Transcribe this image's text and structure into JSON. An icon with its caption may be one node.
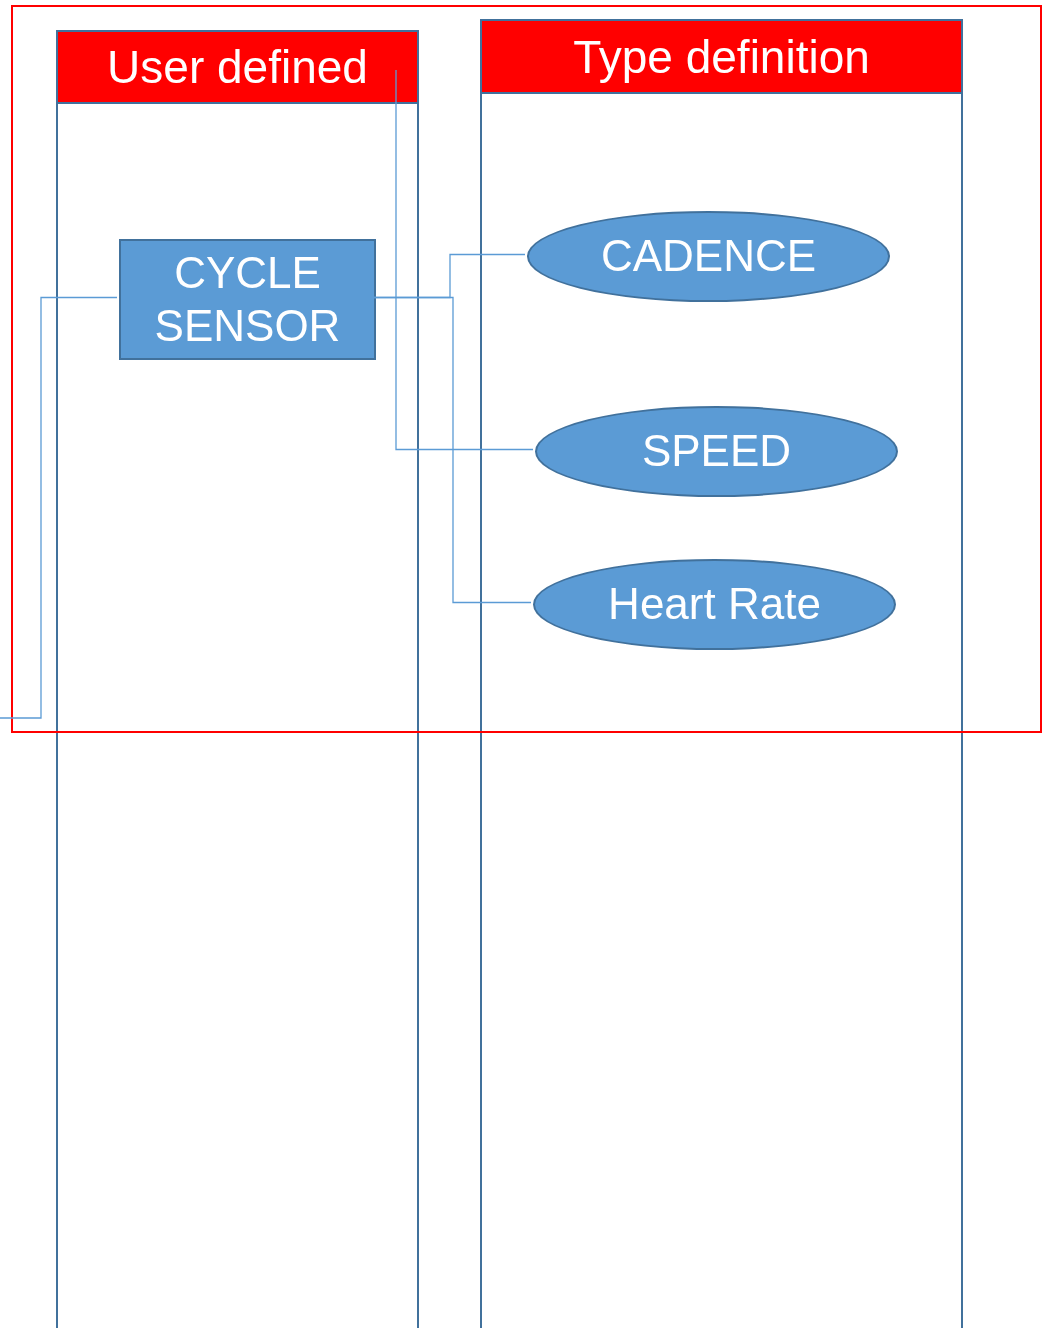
{
  "diagram": {
    "nodes": [
      {
        "text": [
          "User defined"
        ]
      },
      {
        "text": [
          "Type definition"
        ]
      },
      {
        "text": [
          "CYCLE SENSOR"
        ],
        "in": 0
      },
      {
        "text": [
          "CADENCE"
        ],
        "in": 1
      },
      {
        "text": [
          "SPEED"
        ],
        "in": 1
      },
      {
        "text": [
          "Heart Rate"
        ],
        "in": 1
      }
    ],
    "edges": [
      {
        "from": 2,
        "to": 3,
        "arrow": "none"
      },
      {
        "from": 2,
        "to": 5,
        "arrow": "none"
      },
      {
        "from": 4,
        "to": 0,
        "arrow": "none"
      },
      {
        "from": 2,
        "to": null,
        "arrow": "none"
      }
    ]
  }
}
